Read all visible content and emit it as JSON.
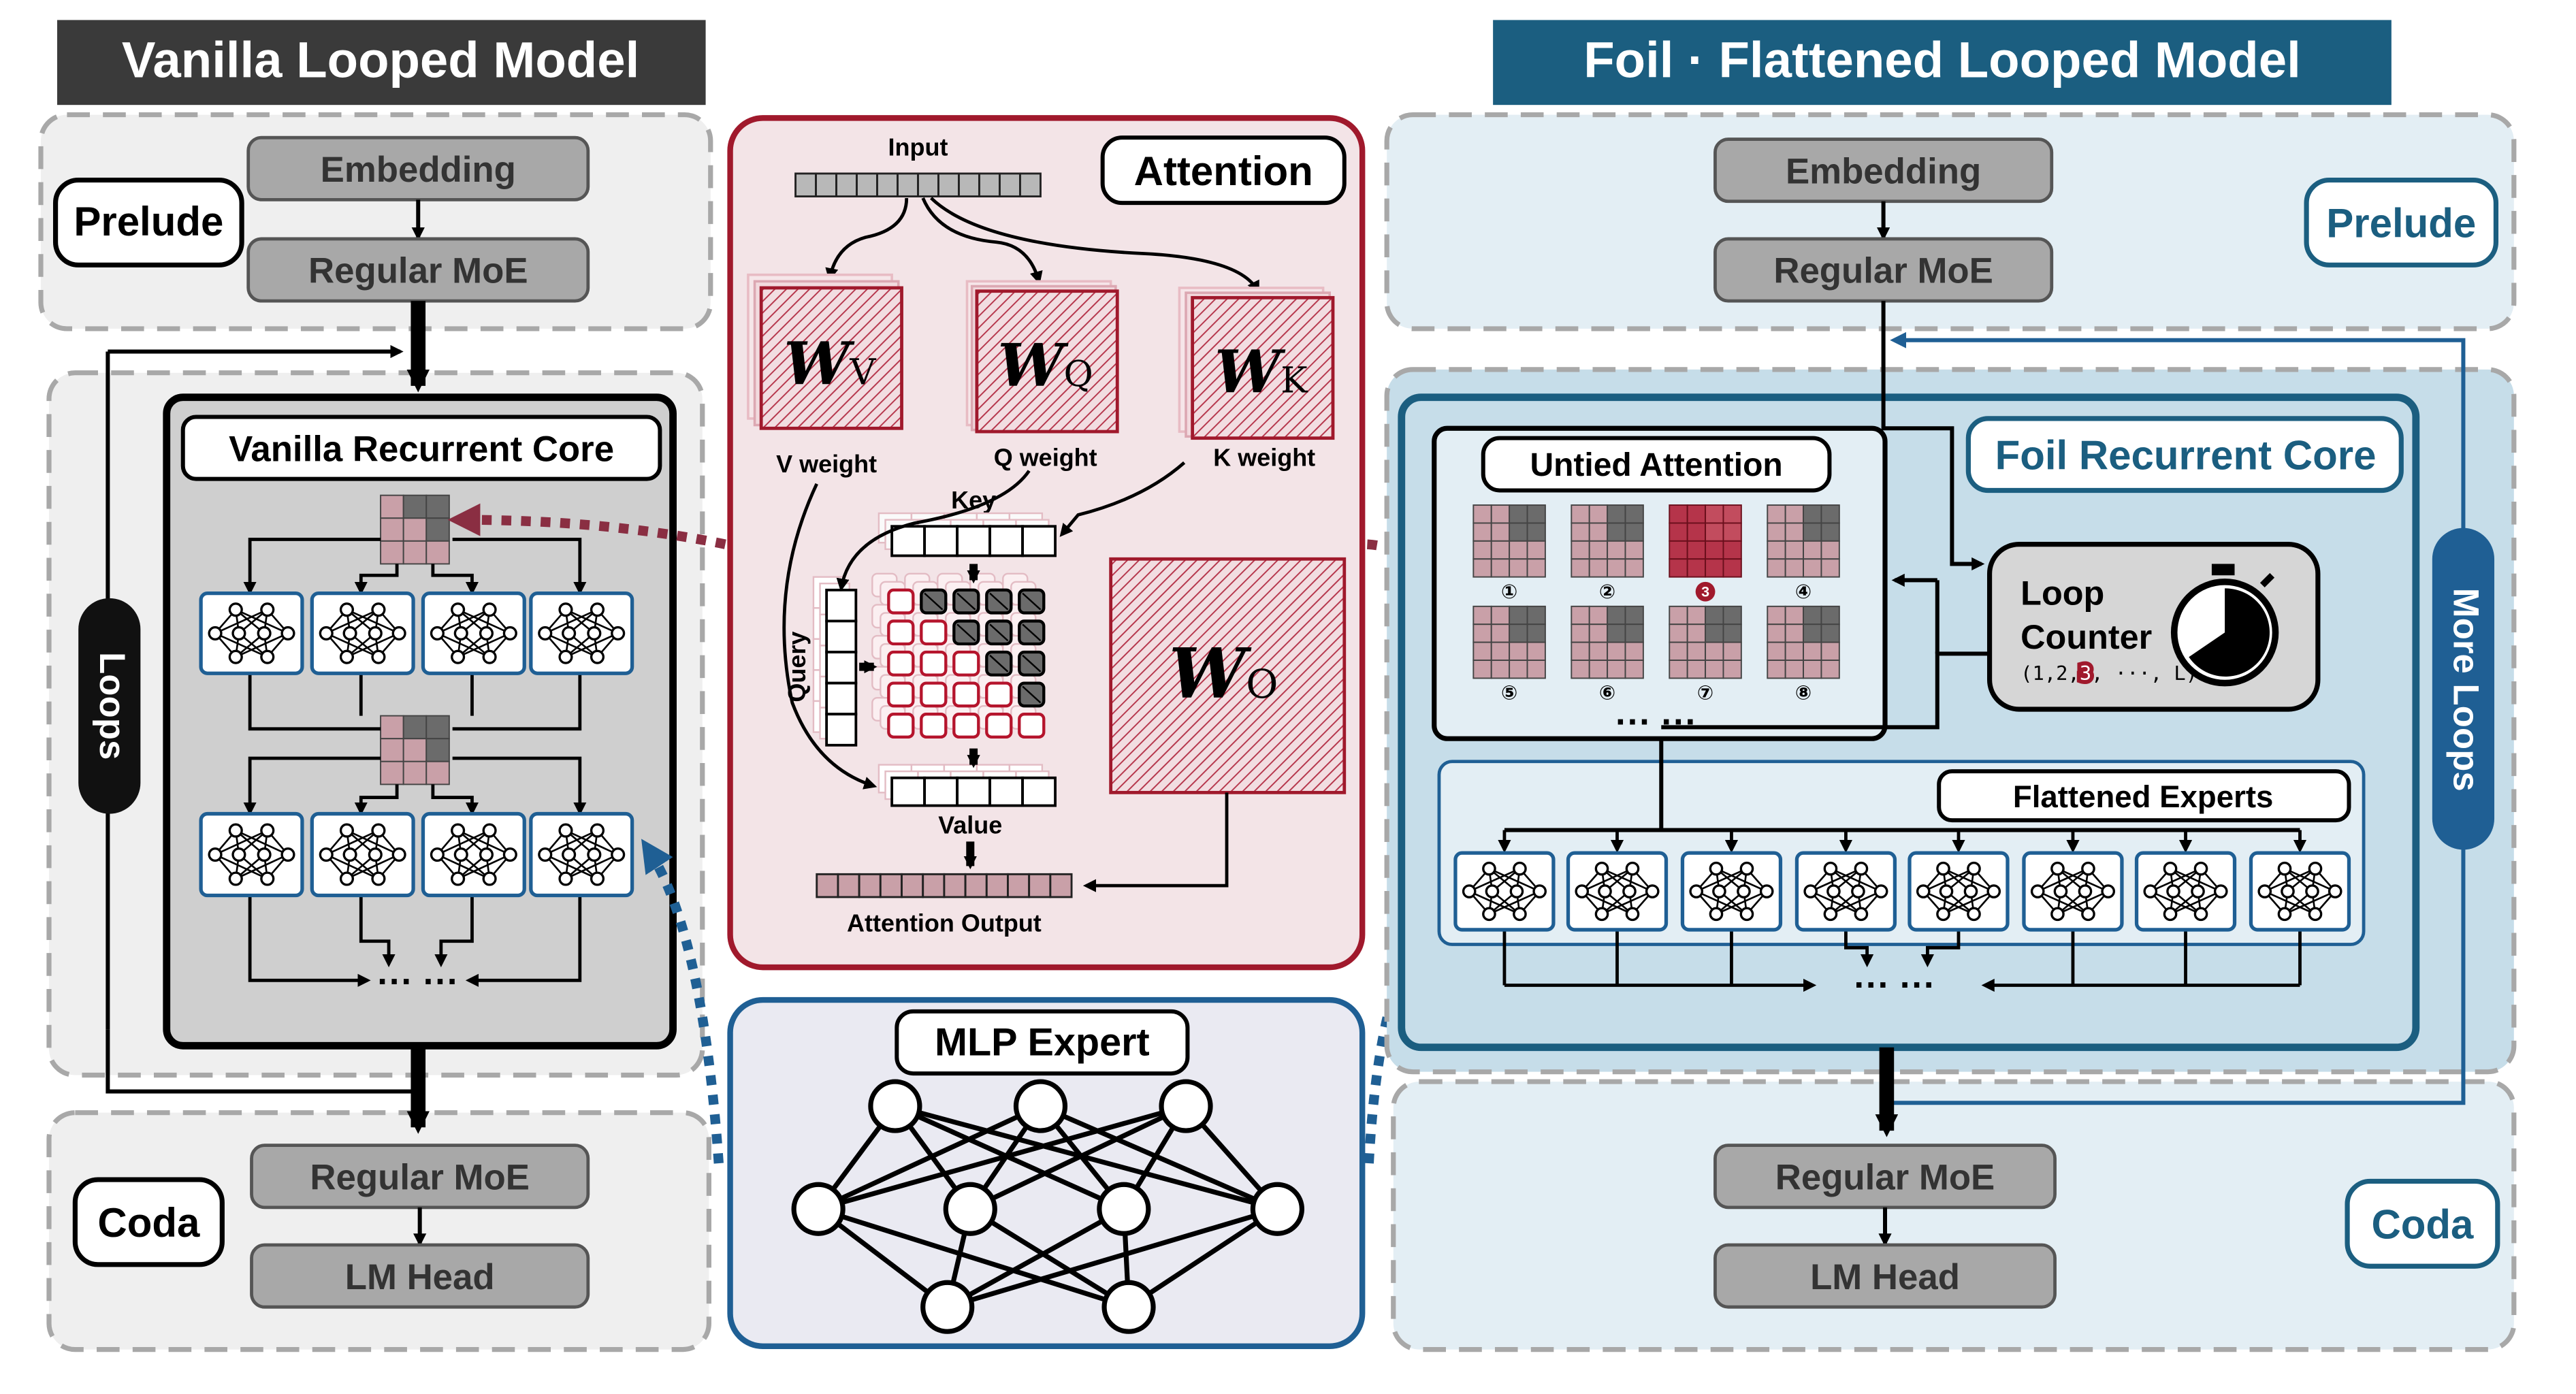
{
  "titles": {
    "vanilla": "Vanilla Looped Model",
    "foil": "Foil · Flattened Looped Model"
  },
  "vanilla": {
    "prelude_label": "Prelude",
    "embedding": "Embedding",
    "regular_moe_top": "Regular MoE",
    "core_title": "Vanilla Recurrent Core",
    "loops_label": "Loops",
    "ellipsis": "··· ···",
    "coda_label": "Coda",
    "regular_moe_bottom": "Regular MoE",
    "lm_head": "LM Head"
  },
  "attention": {
    "title": "Attention",
    "input_label": "Input",
    "wv_main": "W",
    "wv_sub": "V",
    "wq_main": "W",
    "wq_sub": "Q",
    "wk_main": "W",
    "wk_sub": "K",
    "wo_main": "W",
    "wo_sub": "O",
    "v_weight": "V weight",
    "q_weight": "Q weight",
    "k_weight": "K weight",
    "key_label": "Key",
    "query_label": "Query",
    "value_label": "Value",
    "output_label": "Attention Output"
  },
  "mlp": {
    "title": "MLP Expert"
  },
  "foil": {
    "prelude_label": "Prelude",
    "embedding": "Embedding",
    "regular_moe_top": "Regular MoE",
    "core_title": "Foil Recurrent Core",
    "untied_attention": "Untied Attention",
    "head_numbers": [
      "①",
      "②",
      "3",
      "④",
      "⑤",
      "⑥",
      "⑦",
      "⑧"
    ],
    "attn_ellipsis": "··· ···",
    "loop_counter_line1": "Loop",
    "loop_counter_line2": "Counter",
    "loop_seq_prefix": "(1,2,",
    "loop_seq_highlight": "3",
    "loop_seq_suffix": ", ···, L)",
    "flattened_experts": "Flattened Experts",
    "experts_ellipsis": "··· ···",
    "more_loops": "More Loops",
    "coda_label": "Coda",
    "regular_moe_bottom": "Regular MoE",
    "lm_head": "LM Head"
  },
  "colors": {
    "dark_title_bg": "#3a3a3a",
    "foil_title_bg": "#1b5e80",
    "attention_red": "#a0192c",
    "blue": "#1f5f94",
    "pink_cell": "#c9a0a8",
    "grey_cell": "#6b6b6b",
    "light_grey_bg": "#efefef",
    "light_blue_bg": "#e3eef4",
    "core_blue_bg": "#c6dde9"
  },
  "icons": {
    "stopwatch": "stopwatch-icon",
    "expert": "neural-network-icon"
  }
}
